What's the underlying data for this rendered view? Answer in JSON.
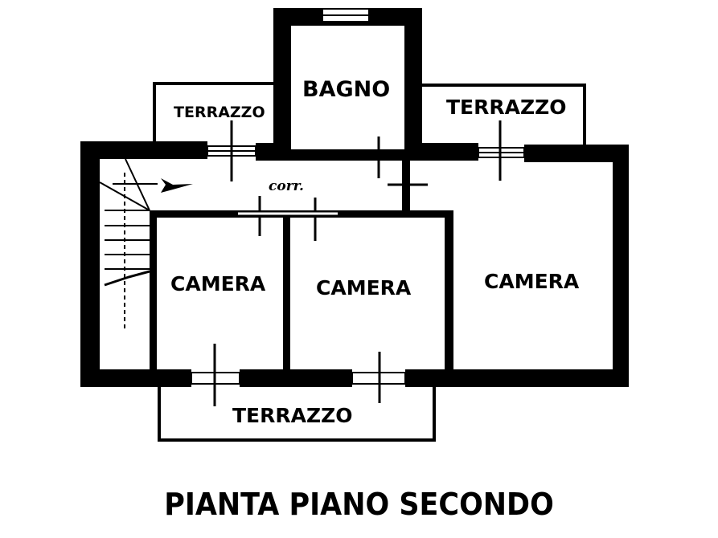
{
  "plan": {
    "title": "PIANTA PIANO SECONDO",
    "rooms": {
      "bagno": "BAGNO",
      "terrazzo_top_left": "TERRAZZO",
      "terrazzo_top_right": "TERRAZZO",
      "corridor": "corr.",
      "camera_left": "CAMERA",
      "camera_middle": "CAMERA",
      "camera_right": "CAMERA",
      "terrazzo_bottom": "TERRAZZO"
    },
    "colors": {
      "wall": "#000000",
      "background": "#ffffff"
    }
  }
}
